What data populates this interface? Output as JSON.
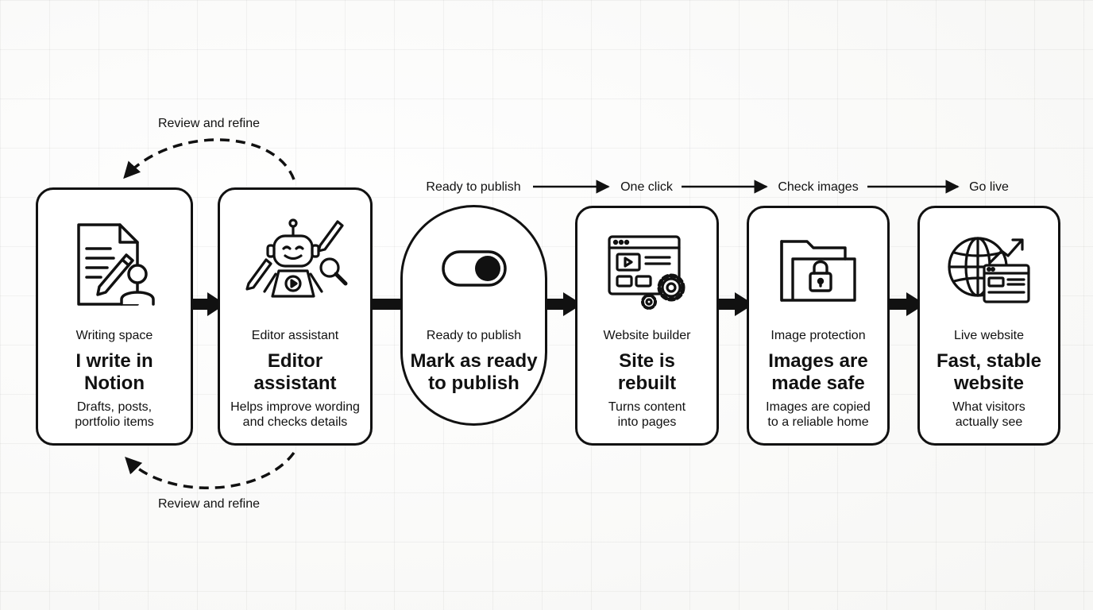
{
  "steps": [
    {
      "label": "Writing space",
      "title": "I write in\nNotion",
      "description": "Drafts, posts,\nportfolio items",
      "icon": "document-pencil-user-icon"
    },
    {
      "label": "Editor assistant",
      "title": "Editor\nassistant",
      "description": "Helps improve wording\nand checks details",
      "icon": "robot-assistant-icon"
    },
    {
      "label": "Ready to publish",
      "title": "Mark as ready\nto publish",
      "description": "",
      "icon": "toggle-switch-icon"
    },
    {
      "label": "Website builder",
      "title": "Site is\nrebuilt",
      "description": "Turns content\ninto pages",
      "icon": "browser-gears-icon"
    },
    {
      "label": "Image protection",
      "title": "Images are\nmade safe",
      "description": "Images are copied\nto a reliable home",
      "icon": "folder-lock-icon"
    },
    {
      "label": "Live website",
      "title": "Fast, stable\nwebsite",
      "description": "What visitors\nactually see",
      "icon": "globe-website-icon"
    }
  ],
  "top_flow": [
    "Ready to publish",
    "One click",
    "Check images",
    "Go live"
  ],
  "loop_labels": {
    "top": "Review and refine",
    "bottom": "Review and refine"
  }
}
